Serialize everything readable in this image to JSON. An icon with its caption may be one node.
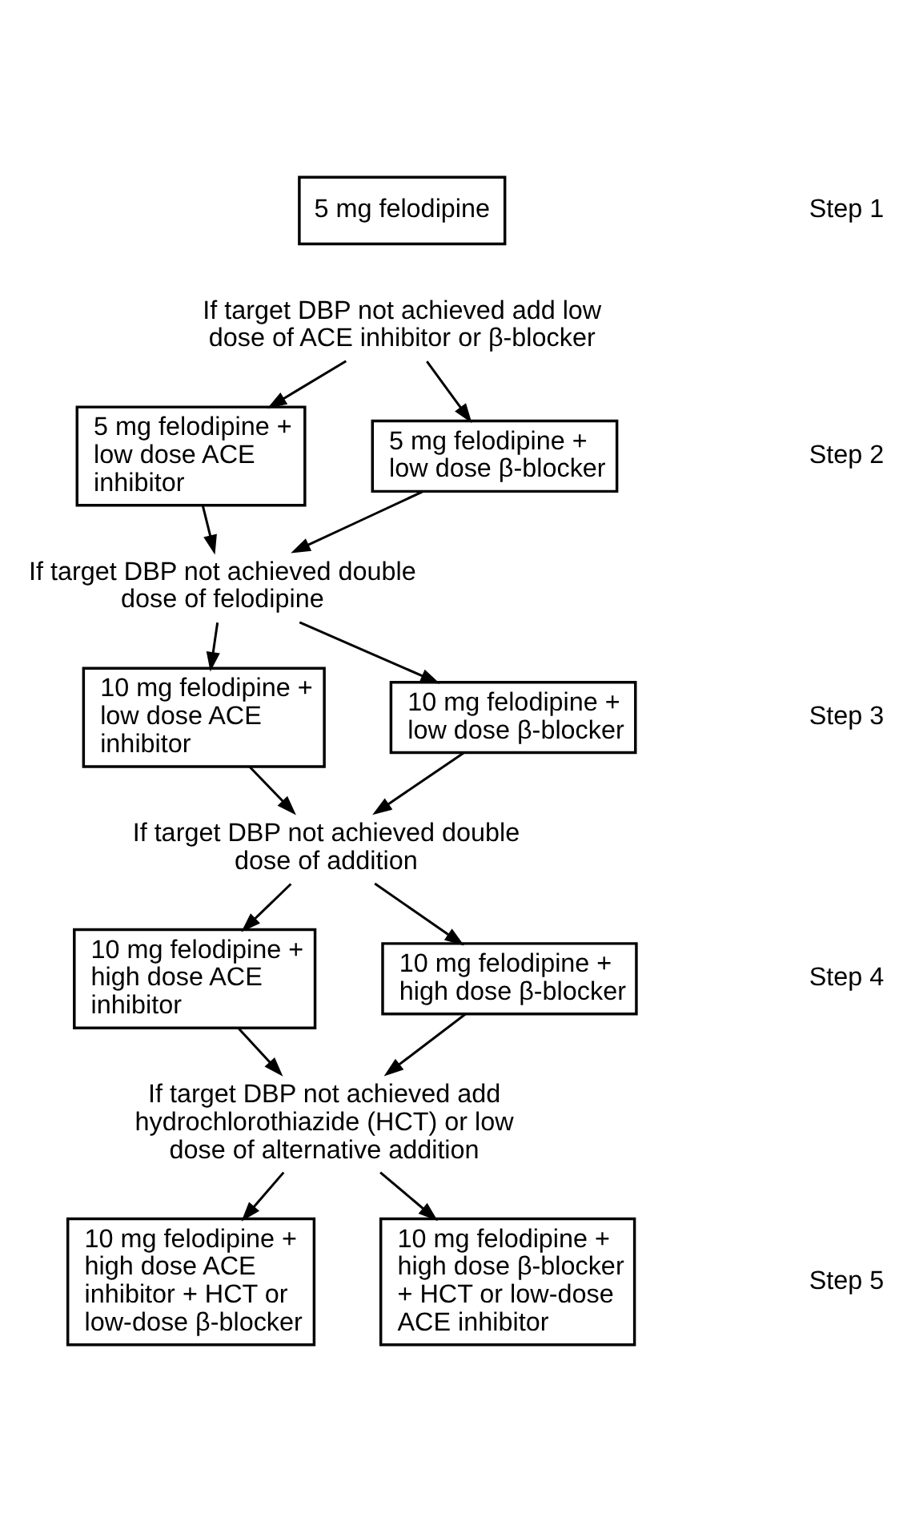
{
  "diagram": {
    "nodes": [
      {
        "text": [
          "5 mg felodipine"
        ]
      },
      {
        "text": [
          "If target DBP not achieved add low dose of ACE inhibitor or β-blocker"
        ]
      },
      {
        "text": [
          "5 mg felodipine + low dose ACE inhibitor"
        ]
      },
      {
        "text": [
          "5 mg felodipine + low dose β-blocker"
        ]
      },
      {
        "text": [
          "If target DBP not achieved double dose of felodipine"
        ]
      },
      {
        "text": [
          "10 mg felodipine + low dose ACE inhibitor"
        ]
      },
      {
        "text": [
          "10 mg felodipine + low dose β-blocker"
        ]
      },
      {
        "text": [
          "If target DBP not achieved double dose of addition"
        ]
      },
      {
        "text": [
          "10 mg felodipine + high dose ACE inhibitor"
        ]
      },
      {
        "text": [
          "10 mg felodipine + high dose β-blocker"
        ]
      },
      {
        "text": [
          "If target DBP not achieved add hydrochlorothiazide (HCT) or low dose of alternative addition"
        ]
      },
      {
        "text": [
          "10 mg felodipine + high dose ACE inhibitor + HCT or low-dose β-blocker"
        ]
      },
      {
        "text": [
          "10 mg felodipine + high dose β-blocker + HCT or low-dose ACE inhibitor"
        ]
      }
    ],
    "edges": [
      {
        "from": 1,
        "to": 2,
        "arrow": "to"
      },
      {
        "from": 1,
        "to": 3,
        "arrow": "to"
      },
      {
        "from": 2,
        "to": 4,
        "arrow": "to"
      },
      {
        "from": 3,
        "to": 4,
        "arrow": "to"
      },
      {
        "from": 4,
        "to": 5,
        "arrow": "to"
      },
      {
        "from": 4,
        "to": 6,
        "arrow": "to"
      },
      {
        "from": 5,
        "to": 7,
        "arrow": "to"
      },
      {
        "from": 6,
        "to": 7,
        "arrow": "to"
      },
      {
        "from": 7,
        "to": 8,
        "arrow": "to"
      },
      {
        "from": 7,
        "to": 9,
        "arrow": "to"
      },
      {
        "from": 8,
        "to": 10,
        "arrow": "to"
      },
      {
        "from": 9,
        "to": 10,
        "arrow": "to"
      },
      {
        "from": 10,
        "to": 11,
        "arrow": "to"
      },
      {
        "from": 10,
        "to": 12,
        "arrow": "to"
      }
    ],
    "labels": [
      "Step 1",
      "Step 2",
      "Step 3",
      "Step 4",
      "Step 5"
    ]
  }
}
